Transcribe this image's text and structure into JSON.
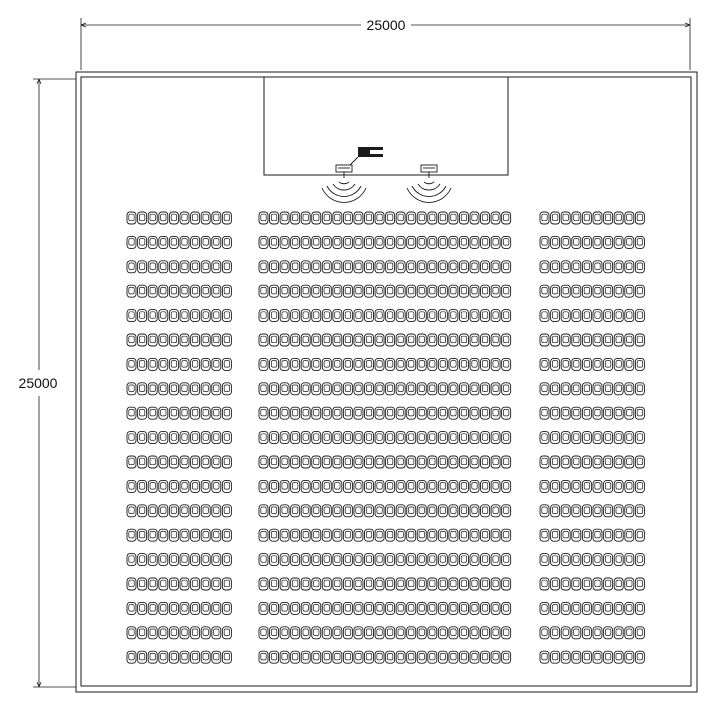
{
  "drawing": {
    "width_dimension": "25000",
    "height_dimension": "25000",
    "colors": {
      "line": "#1a1a1a",
      "background": "#ffffff"
    },
    "seating": {
      "row_count": 19,
      "blocks": [
        {
          "name": "left-block",
          "seats_per_row": 10
        },
        {
          "name": "center-block",
          "seats_per_row": 24
        },
        {
          "name": "right-block",
          "seats_per_row": 10
        }
      ]
    },
    "stage_equipment": [
      {
        "icon": "speaker-icon",
        "side": "left"
      },
      {
        "icon": "speaker-icon",
        "side": "right"
      },
      {
        "icon": "camera-icon",
        "side": "center"
      }
    ]
  }
}
